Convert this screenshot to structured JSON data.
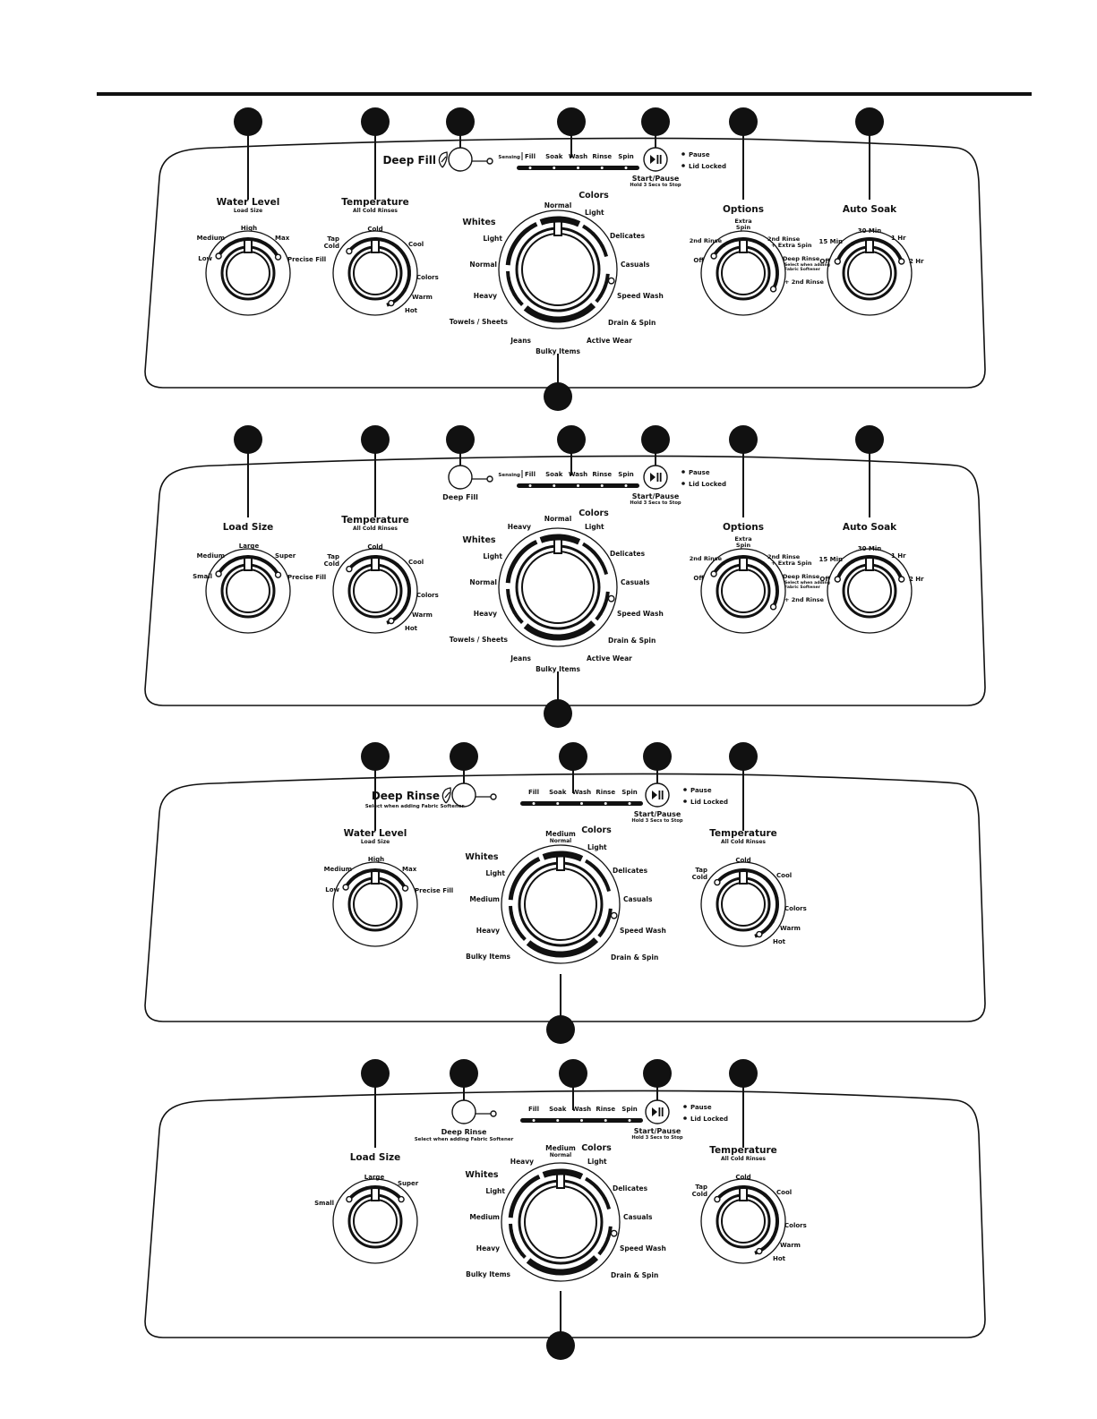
{
  "colors": {
    "ink": "#111111",
    "paper": "#ffffff"
  },
  "panels": [
    {
      "id": "panel-1",
      "top_button": {
        "label": "Deep Fill",
        "sub": "",
        "label_pos": "left",
        "leaf_icon": true
      },
      "status": {
        "prefix": "Sensing",
        "stages": [
          "Fill",
          "Soak",
          "Wash",
          "Rinse",
          "Spin"
        ]
      },
      "start": {
        "label": "Start/Pause",
        "sub": "Hold 3 Secs to Stop",
        "indicators": [
          "Pause",
          "Lid Locked"
        ]
      },
      "cycle": {
        "whites_label": "Whites",
        "colors_label": "Colors",
        "left": [
          "Light",
          "Normal",
          "Heavy",
          "Towels / Sheets"
        ],
        "top": [
          "Normal",
          "Light"
        ],
        "right": [
          "Delicates",
          "Casuals",
          "Speed Wash",
          "Drain & Spin"
        ],
        "bottom": [
          "Jeans",
          "Bulky Items",
          "Active Wear"
        ]
      },
      "knobs": [
        {
          "id": "water-level",
          "title": "Water Level",
          "sub": "Load Size",
          "labels": [
            "Low",
            "Medium",
            "High",
            "Max",
            "Precise Fill"
          ],
          "type": "level"
        },
        {
          "id": "temperature",
          "title": "Temperature",
          "sub": "All Cold Rinses",
          "labels": [
            "Tap Cold",
            "Cold",
            "Cool",
            "Colors",
            "Warm",
            "Hot"
          ],
          "type": "temp"
        },
        {
          "id": "options",
          "title": "Options",
          "sub": "",
          "labels": [
            "Off",
            "2nd Rinse",
            "Extra Spin",
            "2nd Rinse + Extra Spin",
            "Deep Rinse",
            "Select when adding Fabric Softener",
            "+ 2nd Rinse"
          ],
          "type": "options"
        },
        {
          "id": "auto-soak",
          "title": "Auto Soak",
          "sub": "",
          "labels": [
            "Off",
            "15 Min",
            "30 Min",
            "1 Hr",
            "2 Hr"
          ],
          "type": "soak"
        }
      ]
    },
    {
      "id": "panel-2",
      "top_button": {
        "label": "Deep Fill",
        "sub": "",
        "label_pos": "below",
        "leaf_icon": false
      },
      "status": {
        "prefix": "Sensing",
        "stages": [
          "Fill",
          "Soak",
          "Wash",
          "Rinse",
          "Spin"
        ]
      },
      "start": {
        "label": "Start/Pause",
        "sub": "Hold 3 Secs to Stop",
        "indicators": [
          "Pause",
          "Lid Locked"
        ]
      },
      "cycle": {
        "whites_label": "Whites",
        "colors_label": "Colors",
        "left": [
          "Light",
          "Normal",
          "Heavy",
          "Towels / Sheets"
        ],
        "top": [
          "Heavy",
          "Normal",
          "Light"
        ],
        "right": [
          "Delicates",
          "Casuals",
          "Speed Wash",
          "Drain & Spin"
        ],
        "bottom": [
          "Jeans",
          "Bulky Items",
          "Active Wear"
        ]
      },
      "knobs": [
        {
          "id": "load-size",
          "title": "Load Size",
          "sub": "",
          "labels": [
            "Small",
            "Medium",
            "Large",
            "Super",
            "Precise Fill"
          ],
          "type": "level"
        },
        {
          "id": "temperature",
          "title": "Temperature",
          "sub": "All Cold Rinses",
          "labels": [
            "Tap Cold",
            "Cold",
            "Cool",
            "Colors",
            "Warm",
            "Hot"
          ],
          "type": "temp"
        },
        {
          "id": "options",
          "title": "Options",
          "sub": "",
          "labels": [
            "Off",
            "2nd Rinse",
            "Extra Spin",
            "2nd Rinse + Extra Spin",
            "Deep Rinse",
            "Select when adding Fabric Softener",
            "+ 2nd Rinse"
          ],
          "type": "options"
        },
        {
          "id": "auto-soak",
          "title": "Auto Soak",
          "sub": "",
          "labels": [
            "Off",
            "15 Min",
            "30 Min",
            "1 Hr",
            "2 Hr"
          ],
          "type": "soak"
        }
      ]
    },
    {
      "id": "panel-3",
      "top_button": {
        "label": "Deep Rinse",
        "sub": "Select when adding Fabric Softener",
        "label_pos": "left",
        "leaf_icon": true
      },
      "status": {
        "prefix": "",
        "stages": [
          "Fill",
          "Soak",
          "Wash",
          "Rinse",
          "Spin"
        ]
      },
      "start": {
        "label": "Start/Pause",
        "sub": "Hold 3 Secs to Stop",
        "indicators": [
          "Pause",
          "Lid Locked"
        ]
      },
      "cycle": {
        "whites_label": "Whites",
        "colors_label": "Colors",
        "left": [
          "Light",
          "Medium",
          "Heavy",
          "Bulky Items"
        ],
        "top": [
          "Medium",
          "Normal",
          "Light"
        ],
        "right": [
          "Delicates",
          "Casuals",
          "Speed Wash",
          "Drain & Spin"
        ],
        "bottom": []
      },
      "knobs": [
        {
          "id": "water-level",
          "title": "Water Level",
          "sub": "Load Size",
          "labels": [
            "Low",
            "Medium",
            "High",
            "Max",
            "Precise Fill"
          ],
          "type": "level"
        },
        {
          "id": "temperature",
          "title": "Temperature",
          "sub": "All Cold Rinses",
          "labels": [
            "Tap Cold",
            "Cold",
            "Cool",
            "Colors",
            "Warm",
            "Hot"
          ],
          "type": "temp"
        }
      ]
    },
    {
      "id": "panel-4",
      "top_button": {
        "label": "Deep Rinse",
        "sub": "Select when adding Fabric Softener",
        "label_pos": "below",
        "leaf_icon": false
      },
      "status": {
        "prefix": "",
        "stages": [
          "Fill",
          "Soak",
          "Wash",
          "Rinse",
          "Spin"
        ]
      },
      "start": {
        "label": "Start/Pause",
        "sub": "Hold 3 Secs to Stop",
        "indicators": [
          "Pause",
          "Lid Locked"
        ]
      },
      "cycle": {
        "whites_label": "Whites",
        "colors_label": "Colors",
        "left": [
          "Light",
          "Medium",
          "Heavy",
          "Bulky Items"
        ],
        "top": [
          "Heavy",
          "Medium",
          "Normal",
          "Light"
        ],
        "right": [
          "Delicates",
          "Casuals",
          "Speed Wash",
          "Drain & Spin"
        ],
        "bottom": []
      },
      "knobs": [
        {
          "id": "load-size",
          "title": "Load Size",
          "sub": "",
          "labels": [
            "Small",
            "Large",
            "Super"
          ],
          "type": "size3"
        },
        {
          "id": "temperature",
          "title": "Temperature",
          "sub": "All Cold Rinses",
          "labels": [
            "Tap Cold",
            "Cold",
            "Cool",
            "Colors",
            "Warm",
            "Hot"
          ],
          "type": "temp"
        }
      ]
    }
  ]
}
